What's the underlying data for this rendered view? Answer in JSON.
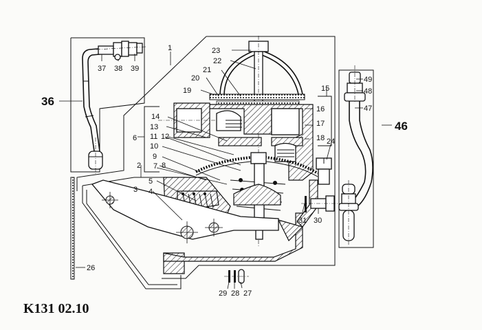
{
  "diagram": {
    "title_code": "K131 02.10",
    "subject": "fuel pump exploded sectional view",
    "colors": {
      "ink": "#111111",
      "paper": "#fbfbf9"
    },
    "group_labels": [
      {
        "id": "36",
        "text": "36"
      },
      {
        "id": "46",
        "text": "46"
      }
    ],
    "part_labels": [
      {
        "id": "1",
        "text": "1"
      },
      {
        "id": "2",
        "text": "2"
      },
      {
        "id": "3",
        "text": "3"
      },
      {
        "id": "4",
        "text": "4"
      },
      {
        "id": "5",
        "text": "5"
      },
      {
        "id": "6",
        "text": "6"
      },
      {
        "id": "7",
        "text": "7"
      },
      {
        "id": "8",
        "text": "8"
      },
      {
        "id": "9",
        "text": "9"
      },
      {
        "id": "10",
        "text": "10"
      },
      {
        "id": "11",
        "text": "11"
      },
      {
        "id": "12",
        "text": "12"
      },
      {
        "id": "13",
        "text": "13"
      },
      {
        "id": "14",
        "text": "14"
      },
      {
        "id": "15",
        "text": "15"
      },
      {
        "id": "16",
        "text": "16"
      },
      {
        "id": "17",
        "text": "17"
      },
      {
        "id": "18",
        "text": "18"
      },
      {
        "id": "19",
        "text": "19"
      },
      {
        "id": "20",
        "text": "20"
      },
      {
        "id": "21",
        "text": "21"
      },
      {
        "id": "22",
        "text": "22"
      },
      {
        "id": "23",
        "text": "23"
      },
      {
        "id": "24",
        "text": "24"
      },
      {
        "id": "26",
        "text": "26"
      },
      {
        "id": "27",
        "text": "27"
      },
      {
        "id": "28",
        "text": "28"
      },
      {
        "id": "29",
        "text": "29"
      },
      {
        "id": "30",
        "text": "30"
      },
      {
        "id": "31",
        "text": "31"
      },
      {
        "id": "37",
        "text": "37"
      },
      {
        "id": "38",
        "text": "38"
      },
      {
        "id": "39",
        "text": "39"
      },
      {
        "id": "47",
        "text": "47"
      },
      {
        "id": "48",
        "text": "48"
      },
      {
        "id": "49",
        "text": "49"
      }
    ]
  }
}
